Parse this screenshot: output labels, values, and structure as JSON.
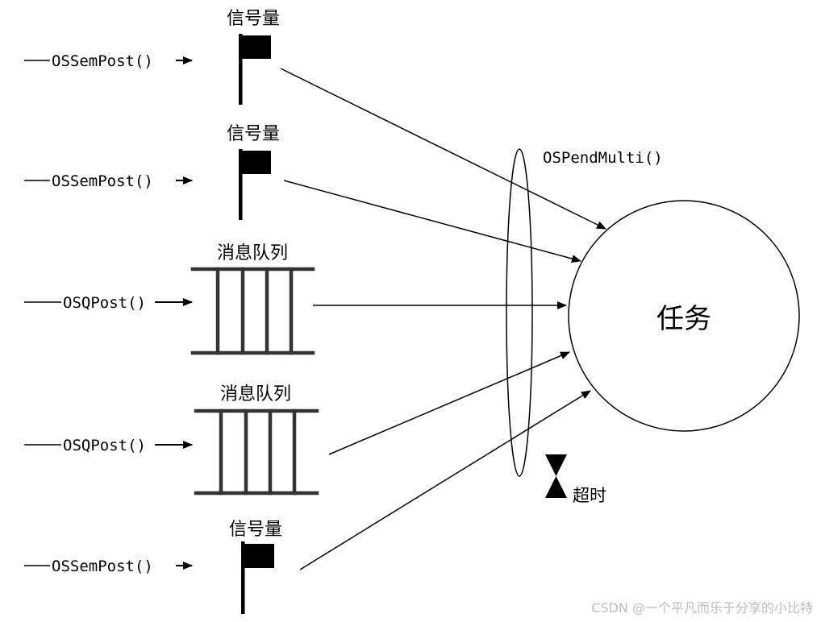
{
  "sources": [
    {
      "kind": "semaphore",
      "label": "信号量",
      "post_call": "OSSemPost()"
    },
    {
      "kind": "semaphore",
      "label": "信号量",
      "post_call": "OSSemPost()"
    },
    {
      "kind": "queue",
      "label": "消息队列",
      "post_call": "OSQPost()"
    },
    {
      "kind": "queue",
      "label": "消息队列",
      "post_call": "OSQPost()"
    },
    {
      "kind": "semaphore",
      "label": "信号量",
      "post_call": "OSSemPost()"
    }
  ],
  "pend_call": "OSPendMulti()",
  "task_label": "任务",
  "timeout_label": "超时",
  "watermark": "CSDN @一个平凡而乐于分享的小比特",
  "colors": {
    "line": "#000000",
    "queue": "#333333",
    "watermark": "#c0c0c0"
  },
  "icons": {
    "semaphore": "flag-icon",
    "timeout": "hourglass-icon"
  }
}
